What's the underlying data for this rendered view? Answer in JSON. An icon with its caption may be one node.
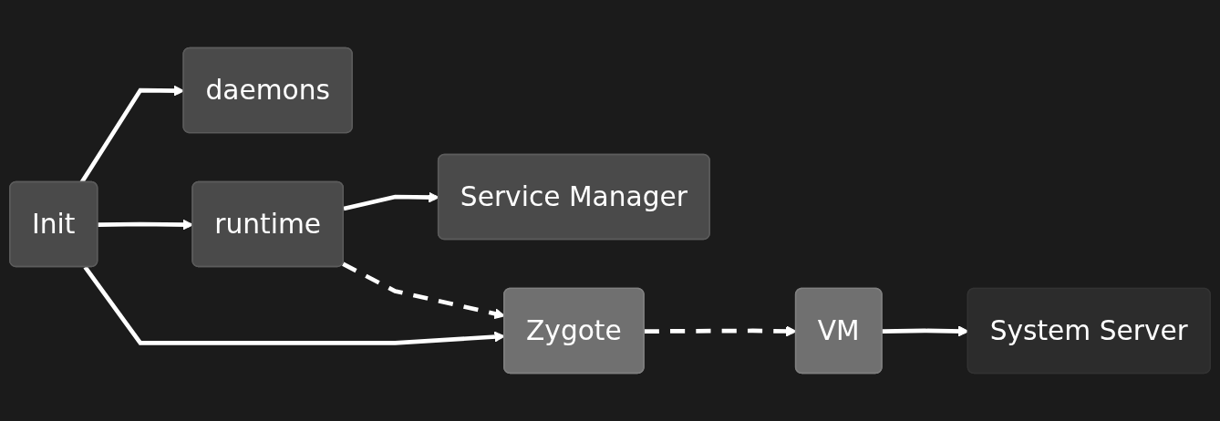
{
  "diagram": {
    "nodes": [
      {
        "text": [
          "Service Manager"
        ]
      },
      {
        "text": [
          "daemons"
        ]
      },
      {
        "text": [
          "runtime"
        ]
      },
      {
        "text": [
          "Zygote"
        ]
      },
      {
        "text": [
          "System Server"
        ]
      },
      {
        "text": [
          "VM"
        ]
      },
      {
        "text": [
          "Init"
        ]
      }
    ],
    "edges": [
      {
        "from": 6,
        "to": 1,
        "arrow": "to"
      },
      {
        "from": 6,
        "to": 2,
        "arrow": "to"
      },
      {
        "from": 6,
        "to": 3,
        "arrow": "to"
      },
      {
        "from": 2,
        "to": 0,
        "arrow": "to"
      },
      {
        "from": 2,
        "to": 3,
        "arrow": "to",
        "style": "dashed"
      },
      {
        "from": 3,
        "to": 5,
        "arrow": "to",
        "style": "dashed"
      },
      {
        "from": 5,
        "to": 4,
        "arrow": "to"
      }
    ]
  }
}
